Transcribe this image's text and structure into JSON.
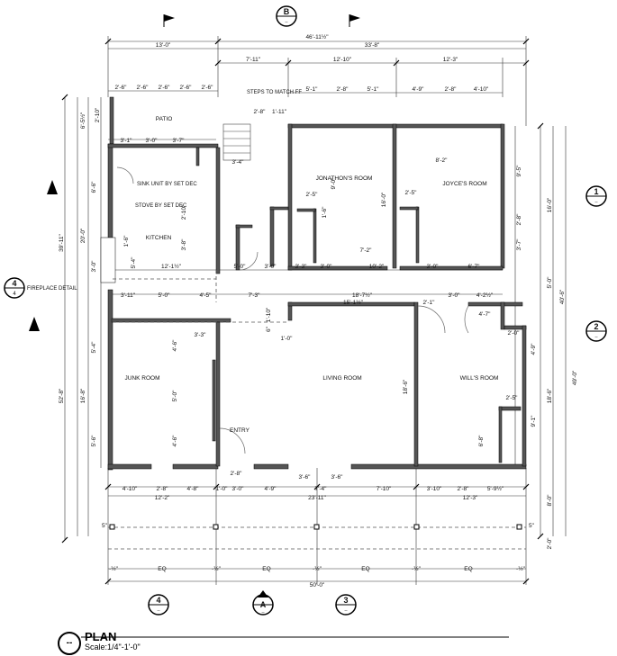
{
  "rooms": {
    "patio": "PATIO",
    "kitchen": "KITCHEN",
    "jonathon": "JONATHON'S ROOM",
    "joyce": "JOYCE'S ROOM",
    "junk": "JUNK ROOM",
    "living": "LIVING ROOM",
    "will": "WILL'S ROOM",
    "entry": "ENTRY"
  },
  "notes": {
    "sink": "SINK UNIT BY SET DEC",
    "stove": "STOVE BY SET DEC",
    "steps": "STEPS TO MATCH FF",
    "fireplace": "FIREPLACE DETAIL"
  },
  "bubbles": {
    "top_b": "B",
    "right_1": "1",
    "right_2": "2",
    "left_4": "4",
    "bottom_4": "4",
    "bottom_a": "A",
    "bottom_3": "3",
    "sub": "--"
  },
  "dims": {
    "overall_top": "46'-11½\"",
    "top_13": "13'-0\"",
    "top_33": "33'-8\"",
    "top_7_11": "7'-11\"",
    "top_12_10": "12'-10\"",
    "top_12_3": "12'-3\"",
    "patio_2_6": "2'-6\"",
    "jon_5_1a": "5'-1\"",
    "jon_2_8": "2'-8\"",
    "jon_5_1b": "5'-1\"",
    "joy_4_9": "4'-9\"",
    "joy_2_8": "2'-8\"",
    "joy_4_10": "4'-10\"",
    "kit_3_1": "3'-1\"",
    "kit_3_0": "3'-0\"",
    "kit_3_7": "3'-7\"",
    "kit_12_1": "12'-1½\"",
    "kit_5_0": "5'-0\"",
    "kit_3_0b": "3'-0\"",
    "jon_3_3": "3'-3\"",
    "jon_3_0": "3'-0\"",
    "jon_10_2": "10'-2\"",
    "joy_3_0": "3'-0\"",
    "joy_6_7": "6'-7\"",
    "jon_7_2": "7'-2\"",
    "jon_9_0": "9'-0\"",
    "jon_16_0": "16'-0\"",
    "joy_8_2": "8'-2\"",
    "mid_3_11": "3'-11\"",
    "mid_5_0": "5'-0\"",
    "mid_4_5": "4'-5\"",
    "mid_7_3": "7'-3\"",
    "mid_18_7": "18'-7½\"",
    "mid_15_1": "15'-1½\"",
    "mid_3_0": "3'-0\"",
    "mid_4_2": "4'-2½\"",
    "mid_4_7": "4'-7\"",
    "mid_2_1": "2'-1\"",
    "junk_3_3": "3'-3\"",
    "bot_4_10": "4'-10\"",
    "bot_2_8": "2'-8\"",
    "bot_4_8": "4'-8\"",
    "bot_1_0": "1'-0\"",
    "bot_3_0": "3'-0\"",
    "bot_4_9": "4'-9\"",
    "bot_7_4": "7'-4\"",
    "bot_7_10": "7'-10\"",
    "bot_3_10": "3'-10\"",
    "bot_2_8b": "2'-8\"",
    "bot_5_9": "5'-9½\"",
    "bot_12_2": "12'-2\"",
    "bot_23_11": "23'-11\"",
    "bot_12_3": "12'-3\"",
    "door_3_6a": "3'-6\"",
    "door_3_6b": "3'-6\"",
    "entry_2_8": "2'-8\"",
    "eq1": "EQ",
    "eq2": "EQ",
    "eq3": "EQ",
    "eq4": "EQ",
    "overall_bottom": "50'-0\"",
    "porch_5": "5\"",
    "porch_5b": "5\"",
    "half": "-½\"",
    "left_39_11": "39'-11\"",
    "left_52_8": "52'-8\"",
    "left_6_5": "6'-5½\"",
    "left_20_0": "20'-0\"",
    "left_16_8": "16'-8\"",
    "left_6_6": "6'-6\"",
    "left_3_0": "3'-0\"",
    "left_5_4": "5'-4\"",
    "left_5_6": "5'-6\"",
    "left_2_10": "2'-10\"",
    "right_16_0": "16'-0\"",
    "right_40_6": "40'-6\"",
    "right_49_0": "49'-0\"",
    "right_18_6": "18'-6\"",
    "right_5_0": "5'-0\"",
    "right_8_0": "8'-0\"",
    "right_2_0": "2'-0\"",
    "right_9_5": "9'-5\"",
    "right_2_8": "2'-8\"",
    "right_3_7": "3'-7\"",
    "right_9_1": "9'-1\"",
    "right_4_9": "4'-9\"",
    "will_2_5": "2'-5\"",
    "will_6_8": "6'-8\"",
    "will_2_0": "2'-0\"",
    "living_18_6": "18'-6\"",
    "junk_4_6": "4'-6\"",
    "junk_5_0": "5'-0\"",
    "junk_4_6b": "4'-6\"",
    "kit_2_10": "2'-10\"",
    "kit_3_8": "3'-8\"",
    "kit_5_4": "5'-4\"",
    "kit_1_6": "1'-6\"",
    "steps_3_4": "3'-4\"",
    "steps_2_8": "2'-8\"",
    "steps_1_11": "1'-11\"",
    "closet_2_5a": "2'-5\"",
    "closet_2_5b": "2'-5\"",
    "closet_1_6": "1'-6\"",
    "hall_1_10": "1'-10\"",
    "hall_1_0": "1'-0\"",
    "hall_6": "6\""
  },
  "footer": {
    "title": "PLAN",
    "scale": "Scale:1/4\"-1'-0\""
  }
}
